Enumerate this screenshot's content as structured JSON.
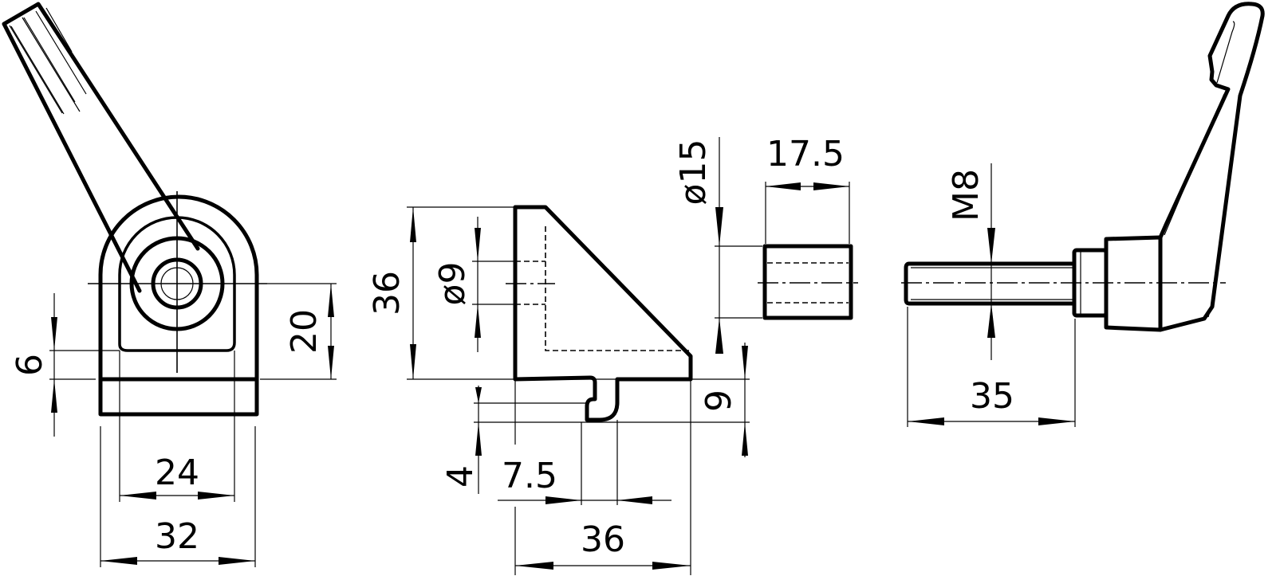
{
  "drawing": {
    "title": "Clamping lever with angle bracket and spacer – dimensioned drawing",
    "units": "mm",
    "views": [
      {
        "name": "front-view-clamp-lever",
        "dimensions": {
          "width_outer": "32",
          "width_inner": "24",
          "height": "20",
          "slot": "6"
        }
      },
      {
        "name": "angle-bracket-side-view",
        "dimensions": {
          "height": "36",
          "hole_diameter": "ø9",
          "base_width": "36",
          "tongue_offset": "7.5",
          "tongue_depth": "4",
          "base_thickness": "9"
        }
      },
      {
        "name": "spacer-sleeve",
        "dimensions": {
          "diameter": "ø15",
          "length": "17.5"
        }
      },
      {
        "name": "clamp-lever-side-view",
        "dimensions": {
          "thread": "M8",
          "thread_length": "35"
        }
      }
    ]
  },
  "labels": {
    "d6": "6",
    "d20": "20",
    "d24": "24",
    "d32": "32",
    "d36v": "36",
    "d9dia": "ø9",
    "d9": "9",
    "d4": "4",
    "d7_5": "7.5",
    "d36h": "36",
    "d15dia": "ø15",
    "d17_5": "17.5",
    "dM8": "M8",
    "d35": "35"
  },
  "colors": {
    "line": "#000000",
    "background": "#ffffff"
  }
}
